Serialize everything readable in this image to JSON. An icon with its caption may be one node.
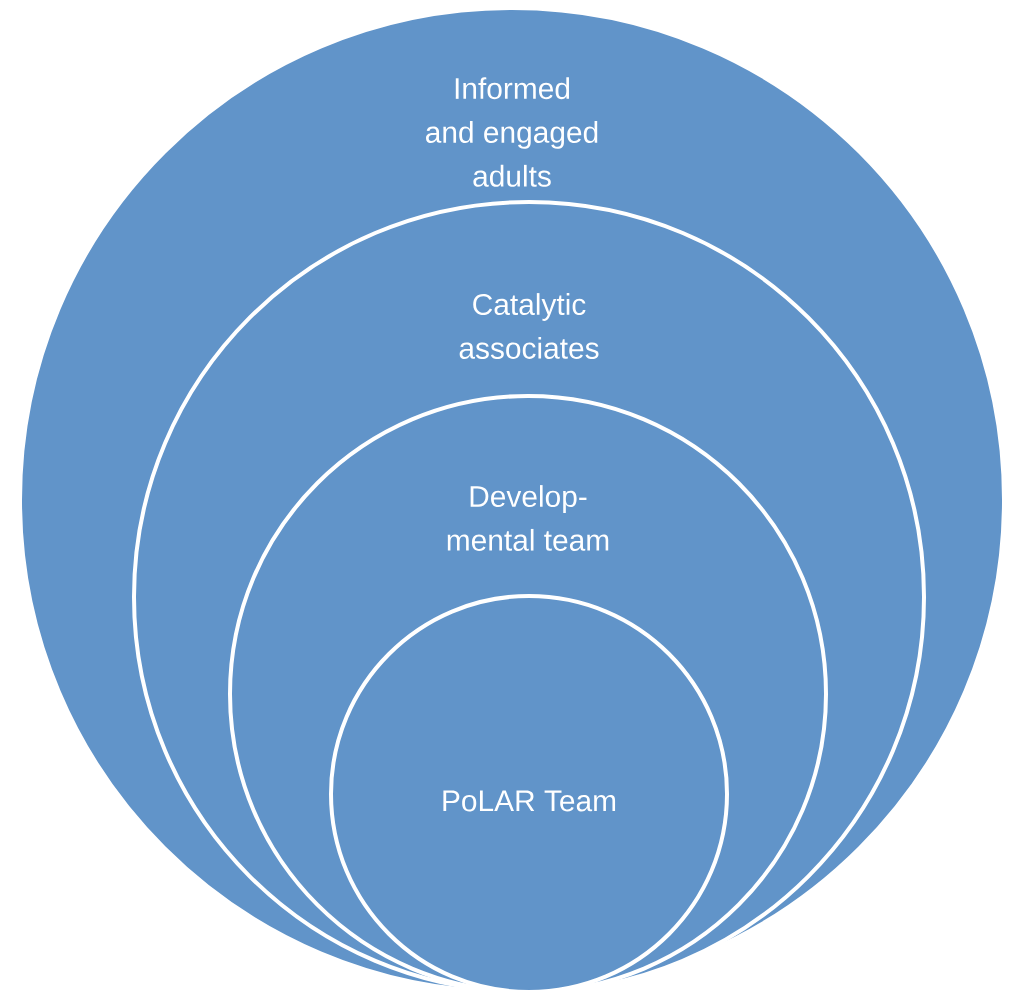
{
  "diagram": {
    "nodes": [
      {
        "text": [
          "Informed and engaged adults"
        ]
      },
      {
        "text": [
          "Catalytic associates"
        ],
        "in": 0
      },
      {
        "text": [
          "Develop- mental team"
        ],
        "in": 1
      },
      {
        "text": [
          "PoLAR Team"
        ],
        "in": 2
      }
    ]
  }
}
